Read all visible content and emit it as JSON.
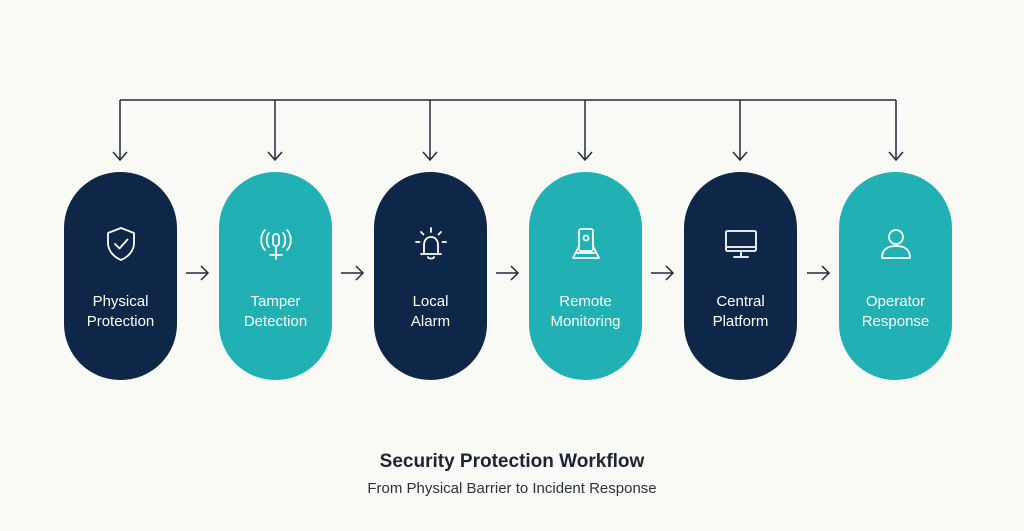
{
  "diagram": {
    "title": "Security Protection Workflow",
    "subtitle": "From Physical Barrier to Incident Response",
    "colors": {
      "dark": "#0e2647",
      "teal": "#21b1b4",
      "line": "#1f2a3c"
    },
    "steps": [
      {
        "line1": "Physical",
        "line2": "Protection",
        "style": "dark",
        "icon": "shield-check-icon"
      },
      {
        "line1": "Tamper",
        "line2": "Detection",
        "style": "teal",
        "icon": "antenna-icon"
      },
      {
        "line1": "Local",
        "line2": "Alarm",
        "style": "dark",
        "icon": "alarm-bell-icon"
      },
      {
        "line1": "Remote",
        "line2": "Monitoring",
        "style": "teal",
        "icon": "remote-device-icon"
      },
      {
        "line1": "Central",
        "line2": "Platform",
        "style": "dark",
        "icon": "monitor-icon"
      },
      {
        "line1": "Operator",
        "line2": "Response",
        "style": "teal",
        "icon": "user-icon"
      }
    ]
  }
}
